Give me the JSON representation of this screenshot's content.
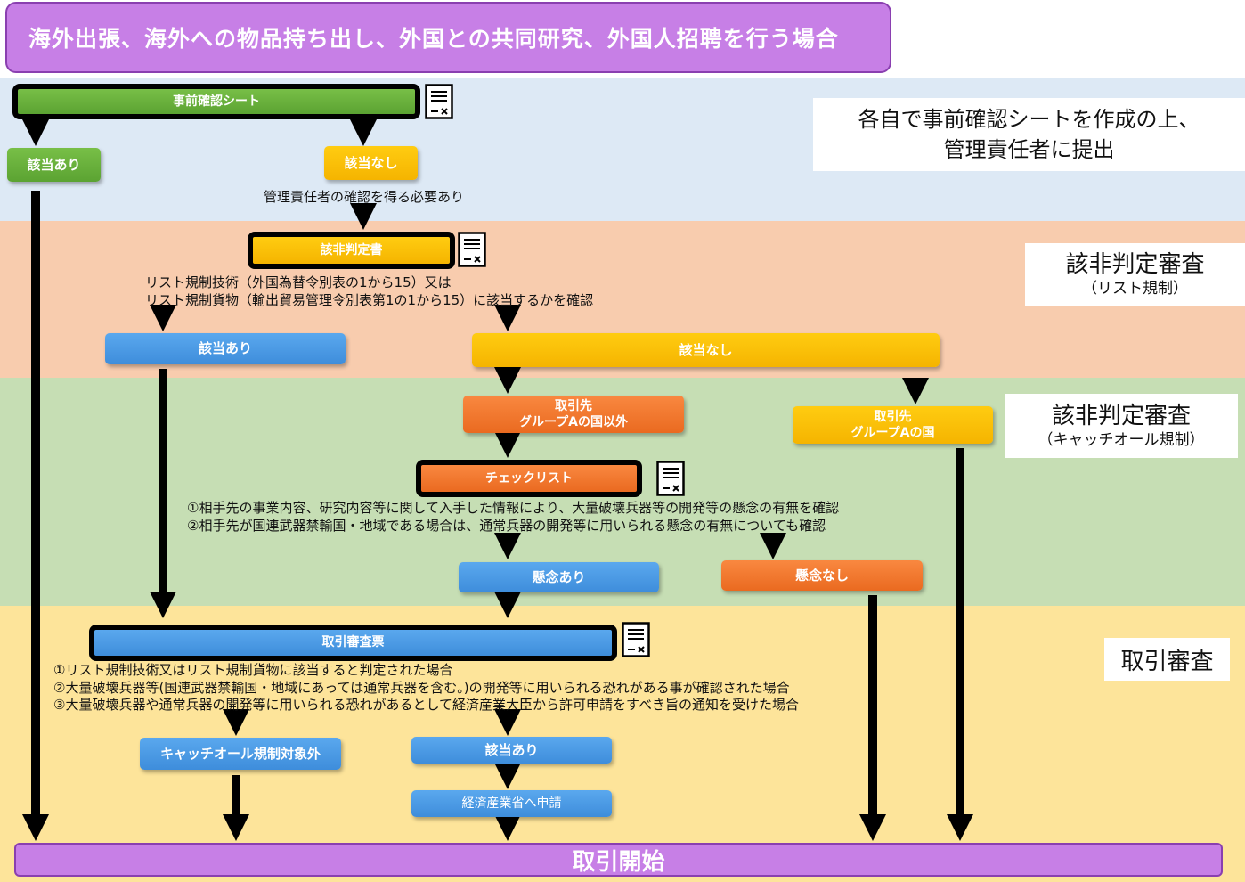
{
  "title": "海外出張、海外への物品持ち出し、外国との共同研究、外国人招聘を行う場合",
  "colors": {
    "band_blue": "#dde9f5",
    "band_peach": "#f8ccae",
    "band_green": "#c6deb4",
    "band_yellow": "#fde49a",
    "purple": "#c77fe6",
    "green": "#5ba332",
    "yellow": "#f5b400",
    "blue": "#3e8ddb",
    "orange": "#ea6a20"
  },
  "section1": {
    "sheet": "事前確認シート",
    "yes": "該当あり",
    "no": "該当なし",
    "note": "管理責任者の確認を得る必要あり",
    "side_label": "各自で事前確認シートを作成の上、\n管理責任者に提出"
  },
  "section2": {
    "doc": "該非判定書",
    "note_line1": "リスト規制技術（外国為替令別表の1から15）又は",
    "note_line2": "リスト規制貨物（輸出貿易管理令別表第1の1から15）に該当するかを確認",
    "yes": "該当あり",
    "no": "該当なし",
    "side_title": "該非判定審査",
    "side_sub": "（リスト規制）"
  },
  "section3": {
    "partner_other": "取引先\nグループAの国以外",
    "partner_a": "取引先\nグループAの国",
    "checklist": "チェックリスト",
    "note_line1": "①相手先の事業内容、研究内容等に関して入手した情報により、大量破壊兵器等の開発等の懸念の有無を確認",
    "note_line2": "②相手先が国連武器禁輸国・地域である場合は、通常兵器の開発等に用いられる懸念の有無についても確認",
    "concern_yes": "懸念あり",
    "concern_no": "懸念なし",
    "side_title": "該非判定審査",
    "side_sub": "（キャッチオール規制）"
  },
  "section4": {
    "doc": "取引審査票",
    "note_line1": "①リスト規制技術又はリスト規制貨物に該当すると判定された場合",
    "note_line2": "②大量破壊兵器等(国連武器禁輸国・地域にあっては通常兵器を含む。)の開発等に用いられる恐れがある事が確認された場合",
    "note_line3": "③大量破壊兵器や通常兵器の開発等に用いられる恐れがあるとして経済産業大臣から許可申請をすべき旨の通知を受けた場合",
    "catchall_out": "キャッチオール規制対象外",
    "yes": "該当あり",
    "apply": "経済産業省へ申請",
    "side_title": "取引審査"
  },
  "start": "取引開始"
}
